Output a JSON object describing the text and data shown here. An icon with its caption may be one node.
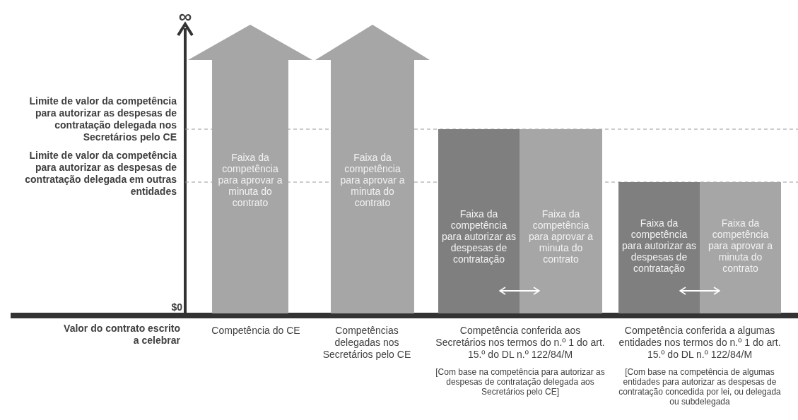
{
  "diagram": {
    "nodes": [
      {
        "text": [
          "Faixa da competência para aprovar a minuta do contrato"
        ]
      },
      {
        "text": [
          "Faixa da competência para aprovar a minuta do contrato"
        ]
      },
      {
        "text": [
          "Faixa da competência para autorizar as despesas de contratação"
        ]
      },
      {
        "text": [
          "Faixa da competência para aprovar a minuta do contrato"
        ]
      },
      {
        "text": [
          "Faixa da competência para autorizar as despesas de contratação"
        ]
      },
      {
        "text": [
          "Faixa da competência para aprovar a minuta do contrato"
        ]
      }
    ],
    "edges": [
      {
        "from": 2,
        "to": 3,
        "arrow": "both"
      },
      {
        "from": 4,
        "to": 5,
        "arrow": "both"
      }
    ],
    "labels": [
      "∞",
      "Limite de valor da competência para autorizar as despesas de contratação delegada nos Secretários pelo CE",
      "Limite de valor da competência para autorizar as despesas de contratação delegada em outras entidades",
      "$0",
      "Valor do contrato escrito a celebrar",
      "Competência do CE",
      "Competências delegadas nos Secretários pelo CE",
      "Competência conferida aos Secretários nos termos do n.º 1 do art. 15.º do DL n.º 122/84/M",
      "[Com base na competência para autorizar as despesas de contratação delegada aos Secretários pelo CE]",
      "Competência conferida a algumas entidades nos termos do n.º 1 do art. 15.º do DL n.º 122/84/M",
      "[Com base na competência de algumas entidades para autorizar as despesas de contratação concedida por lei, ou delegada ou subdelegada"
    ]
  }
}
